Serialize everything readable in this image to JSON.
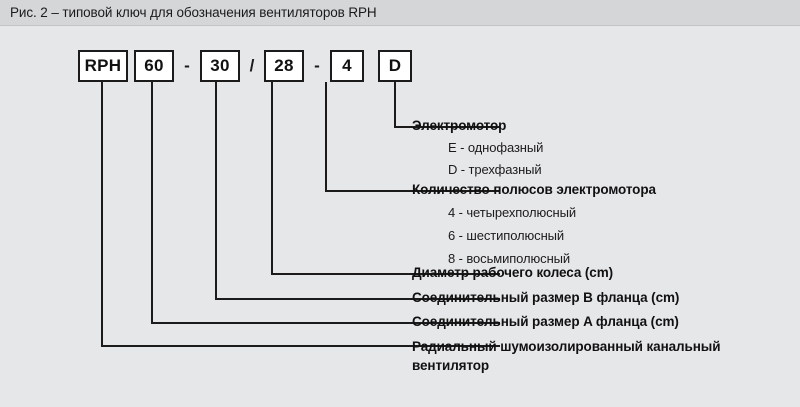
{
  "header": {
    "title": "Рис. 2 – типовой ключ для обозначения вентиляторов RPH"
  },
  "code": {
    "tokens": [
      {
        "type": "box",
        "value": "RPH"
      },
      {
        "type": "box",
        "value": "60"
      },
      {
        "type": "sep",
        "value": "-"
      },
      {
        "type": "box",
        "value": "30"
      },
      {
        "type": "sep",
        "value": "/"
      },
      {
        "type": "box",
        "value": "28"
      },
      {
        "type": "sep",
        "value": "-"
      },
      {
        "type": "box",
        "value": "4"
      },
      {
        "type": "box",
        "value": "D"
      }
    ]
  },
  "legend": [
    {
      "title": "Электромотор",
      "options": [
        "E - однофазный",
        "D - трехфазный"
      ]
    },
    {
      "title": "Количество полюсов электромотора",
      "options": [
        "4 - четырехполюсный",
        "6 - шестиполюсный",
        "8 - восьмиполюсный"
      ]
    },
    {
      "title": "Диаметр рабочего колеса (cm)",
      "options": []
    },
    {
      "title": "Соединительный размер B фланца (cm)",
      "options": []
    },
    {
      "title": "Соединительный размер A фланца (cm)",
      "options": []
    },
    {
      "title": "Радиальный шумоизолированный канальный вентилятор",
      "options": []
    }
  ],
  "colors": {
    "background": "#e6e7e9",
    "header_band": "#d4d6d8",
    "line": "#1b1b1b",
    "box_fill": "#ffffff"
  }
}
